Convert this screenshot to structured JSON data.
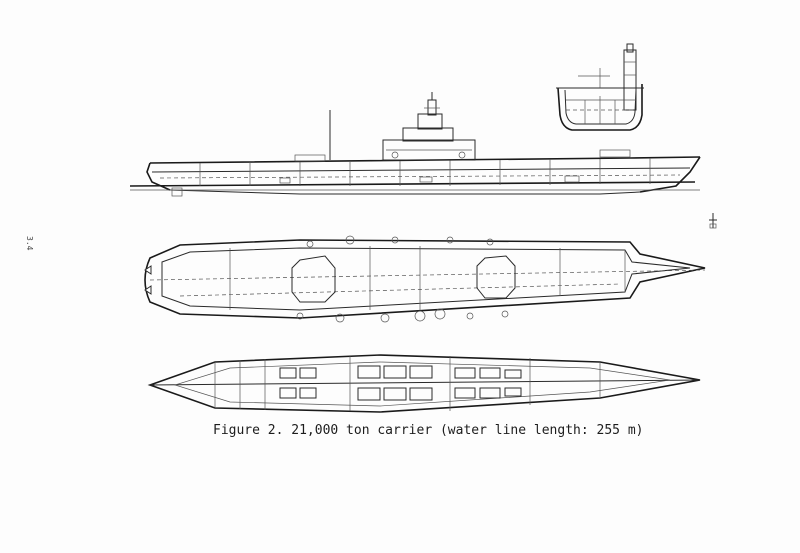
{
  "figure": {
    "caption": "Figure 2. 21,000 ton carrier (water line length: 255 m)",
    "page_mark": "3.4"
  },
  "colors": {
    "ink": "#2a2a2a",
    "paper": "#fdfdfd"
  },
  "views": [
    "side-elevation-view",
    "midship-section-view",
    "flight-deck-plan-view",
    "lower-deck-plan-view"
  ]
}
